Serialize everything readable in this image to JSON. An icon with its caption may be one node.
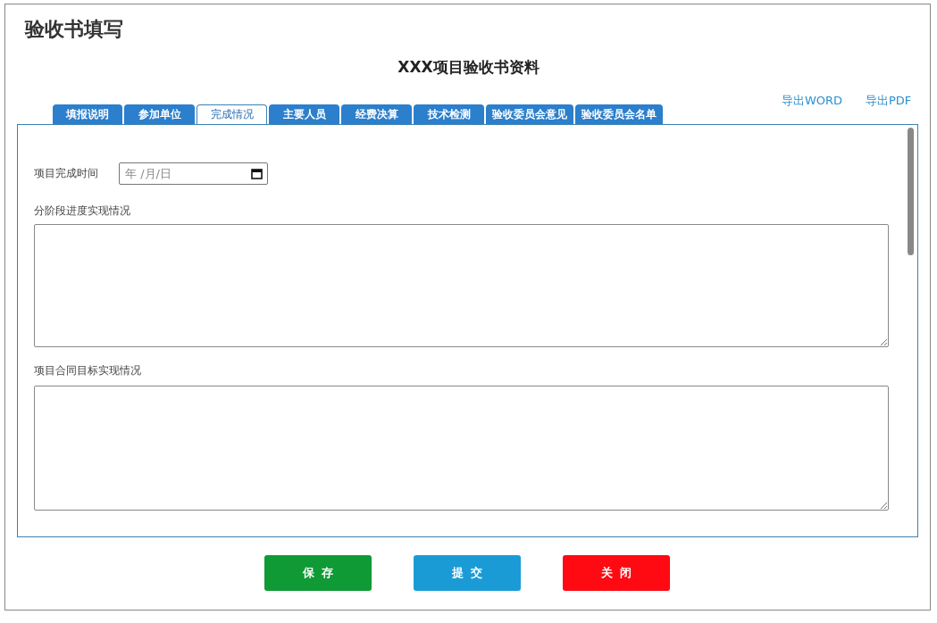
{
  "diagram": {
    "title": "验收书填写",
    "nodes": [
      {
        "text": [
          "填报说明"
        ]
      },
      {
        "text": [
          "参加单位"
        ]
      },
      {
        "text": [
          "完成情况"
        ]
      },
      {
        "text": [
          "主要人员"
        ]
      },
      {
        "text": [
          "经费决算"
        ]
      },
      {
        "text": [
          "技术检测"
        ]
      },
      {
        "text": [
          "验收委员会意见"
        ]
      },
      {
        "text": [
          "验收委员会名单"
        ]
      },
      {
        "text": [],
        "shape": "box"
      },
      {
        "text": [
          "年 /月/日"
        ],
        "in": 8
      },
      {
        "text": [],
        "shape": "box",
        "in": 8
      },
      {
        "text": [],
        "shape": "box",
        "in": 8
      },
      {
        "text": [
          "保存"
        ]
      },
      {
        "text": [
          "提交"
        ]
      },
      {
        "text": [
          "关闭"
        ]
      }
    ],
    "labels": [
      "XXX项目验收书资料",
      "导出WORD",
      "导出PDF",
      "项目完成时间",
      "分阶段进度实现情况",
      "项目合同目标实现情况"
    ]
  }
}
